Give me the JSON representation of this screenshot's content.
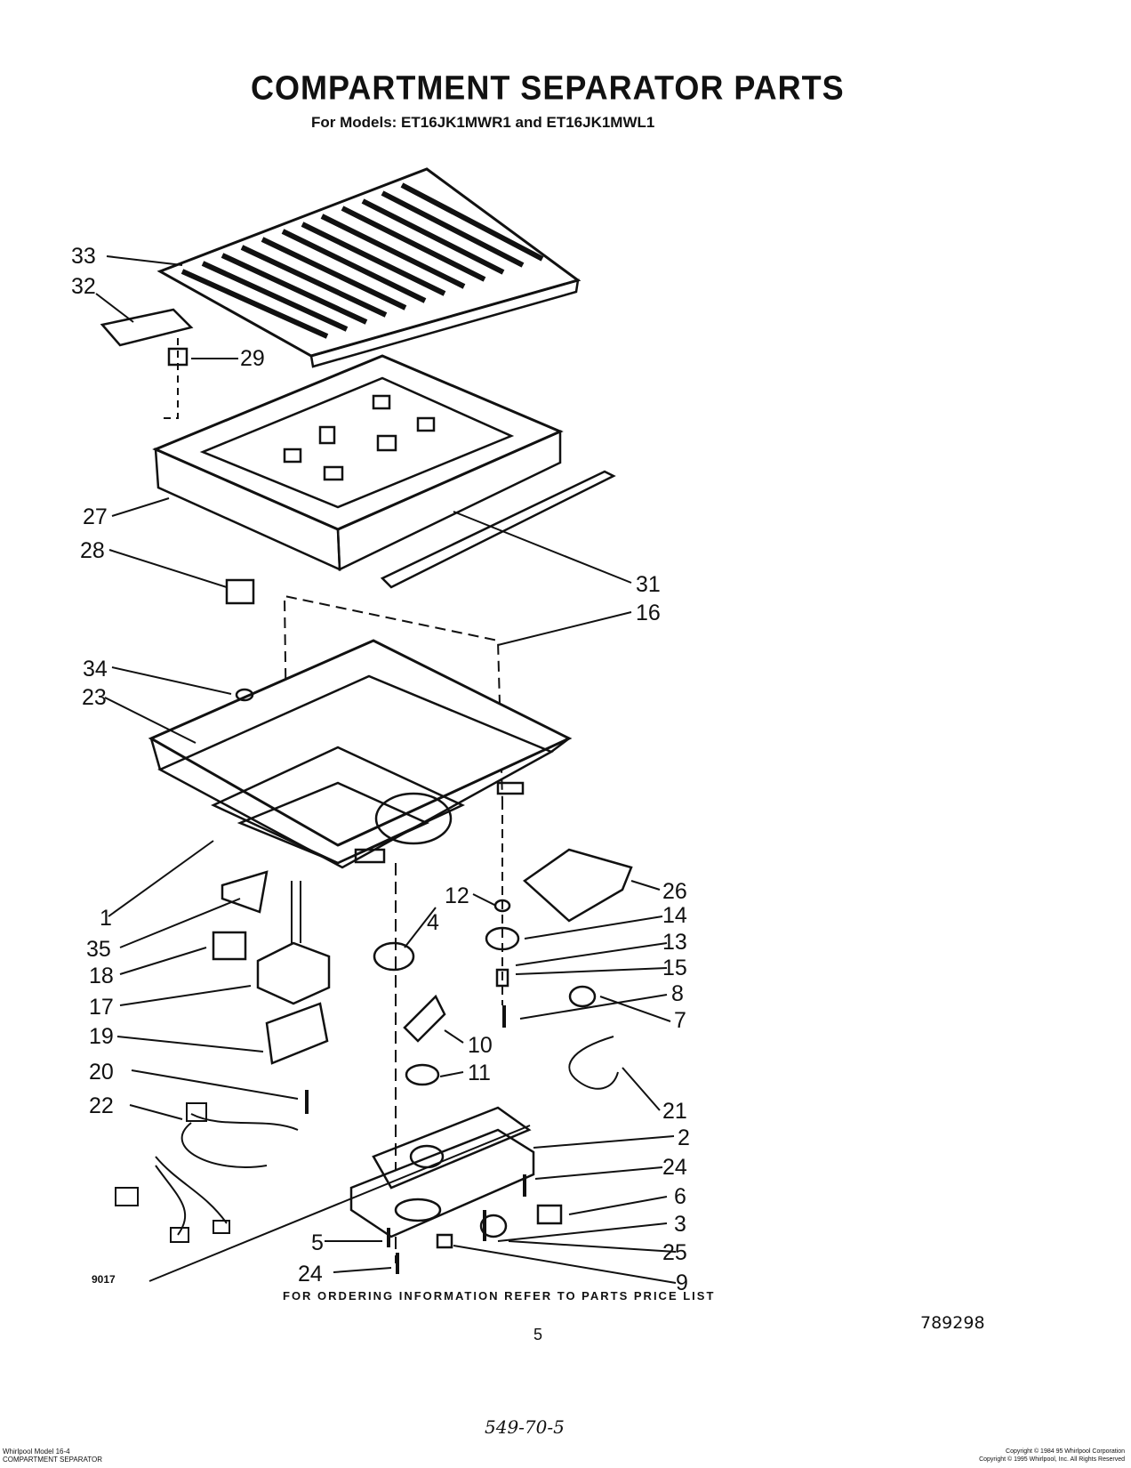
{
  "title": "COMPARTMENT SEPARATOR PARTS",
  "subtitle": "For Models: ET16JK1MWR1 and ET16JK1MWL1",
  "callouts": {
    "c33": "33",
    "c32": "32",
    "c29": "29",
    "c27": "27",
    "c28": "28",
    "c31": "31",
    "c16": "16",
    "c34": "34",
    "c23": "23",
    "c1": "1",
    "c35": "35",
    "c18": "18",
    "c17": "17",
    "c19": "19",
    "c20": "20",
    "c22": "22",
    "c26": "26",
    "c12": "12",
    "c4": "4",
    "c14": "14",
    "c13": "13",
    "c15": "15",
    "c8": "8",
    "c7": "7",
    "c10": "10",
    "c11": "11",
    "c21": "21",
    "c2": "2",
    "c24a": "24",
    "c6": "6",
    "c3": "3",
    "c25": "25",
    "c5": "5",
    "c24b": "24",
    "c9": "9"
  },
  "footer": {
    "ordering_info": "FOR ORDERING INFORMATION REFER TO PARTS PRICE LIST",
    "page_number": "5",
    "document_number": "789298",
    "diagram_code": "9017",
    "handwritten_note": "549-70-5",
    "left_line1": "Whirlpool Model 16-4",
    "left_line2": "COMPARTMENT SEPARATOR",
    "right_line1": "Copyright © 1984 95 Whirlpool Corporation",
    "right_line2": "Copyright © 1995 Whirlpool, Inc. All Rights Reserved"
  }
}
